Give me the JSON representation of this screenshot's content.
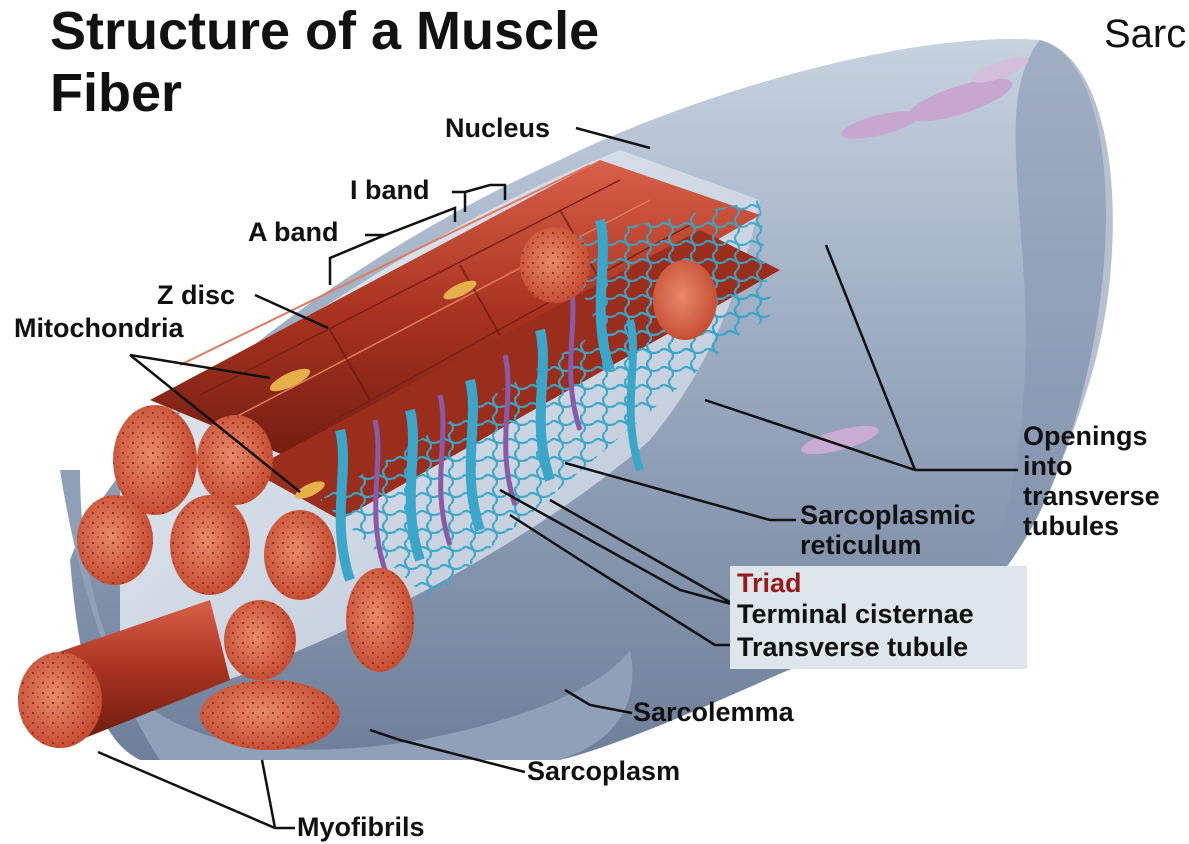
{
  "title": {
    "line1": "Structure of a Muscle",
    "line2": "Fiber"
  },
  "corner_text": "Sarc",
  "labels": {
    "nucleus": "Nucleus",
    "i_band": "I band",
    "a_band": "A band",
    "z_disc": "Z disc",
    "mitochondria": "Mitochondria",
    "openings": [
      "Openings",
      "into",
      "transverse",
      "tubules"
    ],
    "sarcoplasmic_reticulum": [
      "Sarcoplasmic",
      "reticulum"
    ],
    "triad": "Triad",
    "terminal_cisternae": "Terminal cisternae",
    "transverse_tubule": "Transverse tubule",
    "sarcolemma": "Sarcolemma",
    "sarcoplasm": "Sarcoplasm",
    "myofibrils": "Myofibrils"
  },
  "colors": {
    "sarcolemma": "#a9b6c8",
    "myofibril": "#c8452c",
    "myofibril_end": "#e07b5e",
    "reticulum": "#3aa6c9",
    "t_tubule": "#8a5aa6",
    "triad_text": "#9a1b1b",
    "triad_box": "#dde6ea"
  }
}
